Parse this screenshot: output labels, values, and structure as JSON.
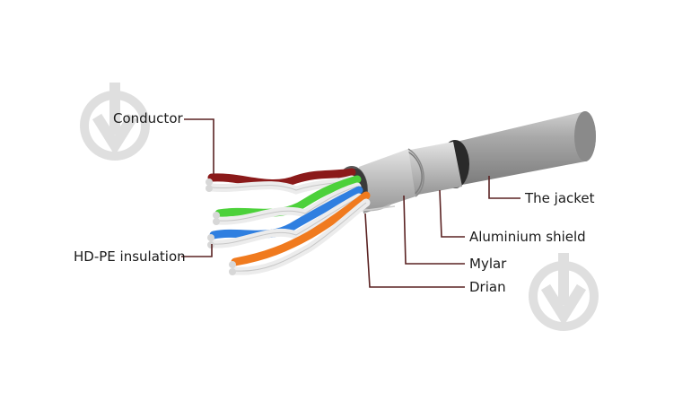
{
  "labels": {
    "conductor": "Conductor",
    "insulation": "HD-PE insulation",
    "jacket": "The jacket",
    "shield": "Aluminium shield",
    "mylar": "Mylar",
    "drain": "Drian"
  },
  "colors": {
    "jacket": "#9b9b9b",
    "leader_line": "#5a2222",
    "pair_brown": "#8b1a1a",
    "pair_green": "#4cd13a",
    "pair_blue": "#2f7fe0",
    "pair_orange": "#f07a1e",
    "pair_white": "#f2f2f2"
  },
  "icons": [
    "watermark-badge-icon"
  ]
}
